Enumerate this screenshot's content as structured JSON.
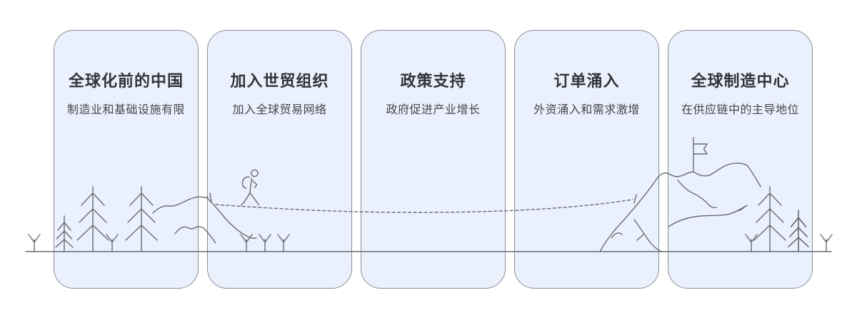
{
  "stages": [
    {
      "title": "全球化前的中国",
      "desc": "制造业和基础设施有限"
    },
    {
      "title": "加入世贸组织",
      "desc": "加入全球贸易网络"
    },
    {
      "title": "政策支持",
      "desc": "政府促进产业增长"
    },
    {
      "title": "订单涌入",
      "desc": "外资涌入和需求激增"
    },
    {
      "title": "全球制造中心",
      "desc": "在供应链中的主导地位"
    }
  ],
  "colors": {
    "card_fill": "#eaf0fc",
    "card_border": "#8c8f96",
    "illustration_stroke": "#686d74",
    "title_text": "#32333b",
    "desc_text": "#45464d",
    "background": "#ffffff"
  },
  "illustration": {
    "icons": [
      "sprout-icon",
      "pine-tree-icon",
      "hills-icon",
      "hiker-icon",
      "trail-dashed-line",
      "flag-icon",
      "flag-mountain-icon",
      "ground-line"
    ]
  }
}
